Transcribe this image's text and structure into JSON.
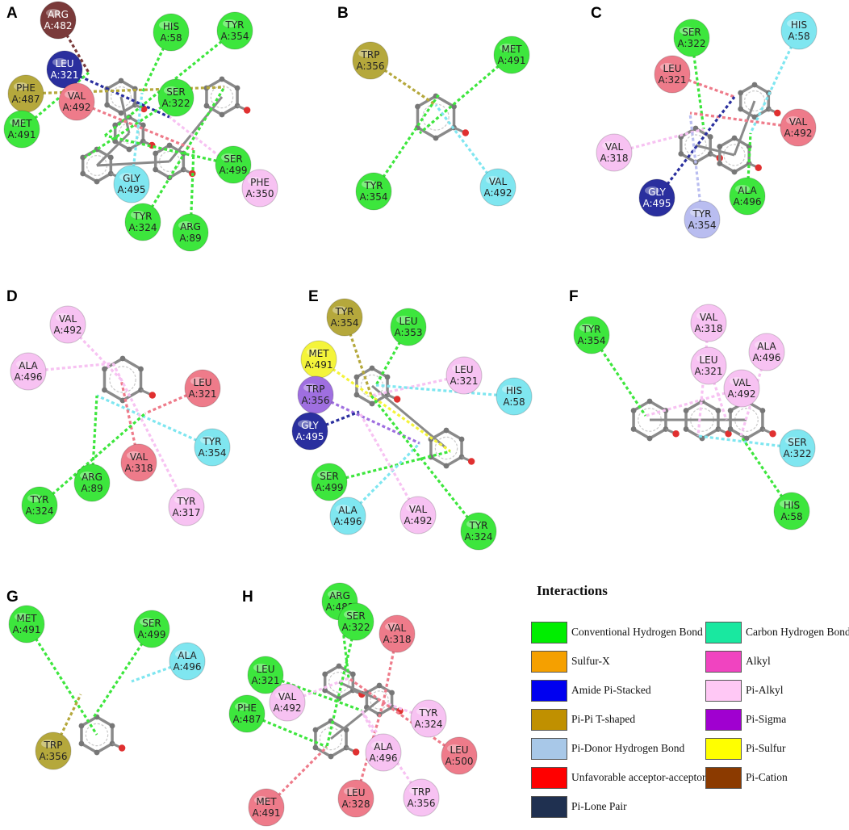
{
  "figure": {
    "panels": [
      {
        "letter": "A",
        "residues": [
          {
            "name": "ARG",
            "id": "A:482",
            "type": "Pi-Cation"
          },
          {
            "name": "HIS",
            "id": "A:58",
            "type": "Conventional Hydrogen Bond"
          },
          {
            "name": "TYR",
            "id": "A:354",
            "type": "Conventional Hydrogen Bond"
          },
          {
            "name": "LEU",
            "id": "A:321",
            "type": "Amide Pi-Stacked"
          },
          {
            "name": "PHE",
            "id": "A:487",
            "type": "Pi-Pi T-shaped"
          },
          {
            "name": "VAL",
            "id": "A:492",
            "type": "Unfavorable acceptor-acceptor"
          },
          {
            "name": "SER",
            "id": "A:322",
            "type": "Conventional Hydrogen Bond"
          },
          {
            "name": "MET",
            "id": "A:491",
            "type": "Conventional Hydrogen Bond"
          },
          {
            "name": "GLY",
            "id": "A:495",
            "type": "Pi-Donor Hydrogen Bond"
          },
          {
            "name": "SER",
            "id": "A:499",
            "type": "Conventional Hydrogen Bond"
          },
          {
            "name": "PHE",
            "id": "A:350",
            "type": "Pi-Alkyl"
          },
          {
            "name": "TYR",
            "id": "A:324",
            "type": "Conventional Hydrogen Bond"
          },
          {
            "name": "ARG",
            "id": "A:89",
            "type": "Conventional Hydrogen Bond"
          }
        ]
      },
      {
        "letter": "B",
        "residues": [
          {
            "name": "TRP",
            "id": "A:356",
            "type": "Pi-Pi T-shaped"
          },
          {
            "name": "MET",
            "id": "A:491",
            "type": "Conventional Hydrogen Bond"
          },
          {
            "name": "TYR",
            "id": "A:354",
            "type": "Conventional Hydrogen Bond"
          },
          {
            "name": "VAL",
            "id": "A:492",
            "type": "Pi-Donor Hydrogen Bond"
          }
        ]
      },
      {
        "letter": "C",
        "residues": [
          {
            "name": "SER",
            "id": "A:322",
            "type": "Conventional Hydrogen Bond"
          },
          {
            "name": "HIS",
            "id": "A:58",
            "type": "Pi-Donor Hydrogen Bond"
          },
          {
            "name": "LEU",
            "id": "A:321",
            "type": "Unfavorable acceptor-acceptor"
          },
          {
            "name": "VAL",
            "id": "A:492",
            "type": "Unfavorable acceptor-acceptor"
          },
          {
            "name": "VAL",
            "id": "A:318",
            "type": "Pi-Alkyl"
          },
          {
            "name": "ALA",
            "id": "A:496",
            "type": "Conventional Hydrogen Bond"
          },
          {
            "name": "GLY",
            "id": "A:495",
            "type": "Amide Pi-Stacked"
          },
          {
            "name": "TYR",
            "id": "A:354",
            "type": "Pi-Lone Pair"
          }
        ]
      },
      {
        "letter": "D",
        "residues": [
          {
            "name": "VAL",
            "id": "A:492",
            "type": "Pi-Alkyl"
          },
          {
            "name": "ALA",
            "id": "A:496",
            "type": "Pi-Alkyl"
          },
          {
            "name": "LEU",
            "id": "A:321",
            "type": "Unfavorable acceptor-acceptor"
          },
          {
            "name": "TYR",
            "id": "A:354",
            "type": "Pi-Donor Hydrogen Bond"
          },
          {
            "name": "VAL",
            "id": "A:318",
            "type": "Unfavorable acceptor-acceptor"
          },
          {
            "name": "TYR",
            "id": "A:317",
            "type": "Pi-Alkyl"
          },
          {
            "name": "TYR",
            "id": "A:324",
            "type": "Conventional Hydrogen Bond"
          },
          {
            "name": "ARG",
            "id": "A:89",
            "type": "Conventional Hydrogen Bond"
          }
        ]
      },
      {
        "letter": "E",
        "residues": [
          {
            "name": "TYR",
            "id": "A:354",
            "type": "Pi-Pi T-shaped"
          },
          {
            "name": "LEU",
            "id": "A:353",
            "type": "Conventional Hydrogen Bond"
          },
          {
            "name": "MET",
            "id": "A:491",
            "type": "Pi-Sulfur"
          },
          {
            "name": "TRP",
            "id": "A:356",
            "type": "Pi-Sigma"
          },
          {
            "name": "GLY",
            "id": "A:495",
            "type": "Amide Pi-Stacked"
          },
          {
            "name": "LEU",
            "id": "A:321",
            "type": "Pi-Alkyl"
          },
          {
            "name": "HIS",
            "id": "A:58",
            "type": "Pi-Donor Hydrogen Bond"
          },
          {
            "name": "SER",
            "id": "A:499",
            "type": "Conventional Hydrogen Bond"
          },
          {
            "name": "ALA",
            "id": "A:496",
            "type": "Pi-Donor Hydrogen Bond"
          },
          {
            "name": "VAL",
            "id": "A:492",
            "type": "Pi-Alkyl"
          },
          {
            "name": "TYR",
            "id": "A:324",
            "type": "Conventional Hydrogen Bond"
          }
        ]
      },
      {
        "letter": "F",
        "residues": [
          {
            "name": "TYR",
            "id": "A:354",
            "type": "Conventional Hydrogen Bond"
          },
          {
            "name": "VAL",
            "id": "A:318",
            "type": "Pi-Alkyl"
          },
          {
            "name": "ALA",
            "id": "A:496",
            "type": "Pi-Alkyl"
          },
          {
            "name": "LEU",
            "id": "A:321",
            "type": "Pi-Alkyl"
          },
          {
            "name": "VAL",
            "id": "A:492",
            "type": "Pi-Alkyl"
          },
          {
            "name": "SER",
            "id": "A:322",
            "type": "Pi-Donor Hydrogen Bond"
          },
          {
            "name": "HIS",
            "id": "A:58",
            "type": "Conventional Hydrogen Bond"
          }
        ]
      },
      {
        "letter": "G",
        "residues": [
          {
            "name": "MET",
            "id": "A:491",
            "type": "Conventional Hydrogen Bond"
          },
          {
            "name": "SER",
            "id": "A:499",
            "type": "Conventional Hydrogen Bond"
          },
          {
            "name": "ALA",
            "id": "A:496",
            "type": "Pi-Donor Hydrogen Bond"
          },
          {
            "name": "TRP",
            "id": "A:356",
            "type": "Pi-Pi T-shaped"
          }
        ]
      },
      {
        "letter": "H",
        "residues": [
          {
            "name": "ARG",
            "id": "A:482",
            "type": "Conventional Hydrogen Bond"
          },
          {
            "name": "SER",
            "id": "A:322",
            "type": "Conventional Hydrogen Bond"
          },
          {
            "name": "VAL",
            "id": "A:318",
            "type": "Unfavorable acceptor-acceptor"
          },
          {
            "name": "LEU",
            "id": "A:321",
            "type": "Conventional Hydrogen Bond"
          },
          {
            "name": "VAL",
            "id": "A:492",
            "type": "Pi-Alkyl"
          },
          {
            "name": "PHE",
            "id": "A:487",
            "type": "Conventional Hydrogen Bond"
          },
          {
            "name": "TYR",
            "id": "A:324",
            "type": "Pi-Alkyl"
          },
          {
            "name": "ALA",
            "id": "A:496",
            "type": "Pi-Alkyl"
          },
          {
            "name": "LEU",
            "id": "A:500",
            "type": "Unfavorable acceptor-acceptor"
          },
          {
            "name": "MET",
            "id": "A:491",
            "type": "Unfavorable acceptor-acceptor"
          },
          {
            "name": "LEU",
            "id": "A:328",
            "type": "Unfavorable acceptor-acceptor"
          },
          {
            "name": "TRP",
            "id": "A:356",
            "type": "Pi-Alkyl"
          }
        ]
      }
    ]
  },
  "residue_colors": {
    "Conventional Hydrogen Bond": "#3de63d",
    "Pi-Cation": "#7a3a3a",
    "Amide Pi-Stacked": "#2a2f9e",
    "Pi-Pi T-shaped": "#b5a83c",
    "Unfavorable acceptor-acceptor": "#ee7b8a",
    "Pi-Donor Hydrogen Bond": "#7fe6f0",
    "Pi-Alkyl": "#f7c2f2",
    "Pi-Sulfur": "#f4f43a",
    "Pi-Sigma": "#9f6fe0",
    "Pi-Lone Pair": "#b9bdf0"
  },
  "legend": {
    "title": "Interactions",
    "items": [
      {
        "label": "Conventional Hydrogen Bond",
        "color": "#00ee00"
      },
      {
        "label": "Carbon Hydrogen Bond",
        "color": "#19e8a0"
      },
      {
        "label": "Sulfur-X",
        "color": "#f5a000"
      },
      {
        "label": "Alkyl",
        "color": "#f044c0"
      },
      {
        "label": "Amide Pi-Stacked",
        "color": "#0000f0"
      },
      {
        "label": "Pi-Alkyl",
        "color": "#ffc8f5"
      },
      {
        "label": "Pi-Pi T-shaped",
        "color": "#c09000"
      },
      {
        "label": "Pi-Sigma",
        "color": "#a000d0"
      },
      {
        "label": "Pi-Donor Hydrogen Bond",
        "color": "#a8c8e8"
      },
      {
        "label": "Pi-Sulfur",
        "color": "#ffff00"
      },
      {
        "label": "Unfavorable acceptor-acceptor",
        "color": "#ff0000"
      },
      {
        "label": "Pi-Cation",
        "color": "#8b3a00"
      },
      {
        "label": "Pi-Lone Pair",
        "color": "#1f3050"
      }
    ]
  }
}
